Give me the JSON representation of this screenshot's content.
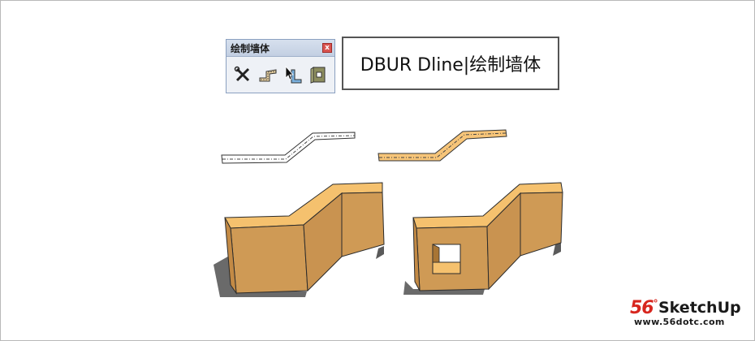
{
  "toolbar": {
    "title": "绘制墙体",
    "close_label": "x",
    "buttons": [
      {
        "icon": "tools-icon"
      },
      {
        "icon": "wall-path-icon"
      },
      {
        "icon": "wall-draw-icon"
      },
      {
        "icon": "wall-opening-icon"
      }
    ]
  },
  "command": {
    "label": "DBUR Dline|绘制墙体"
  },
  "logo": {
    "mark": "56",
    "mark_suffix": "°",
    "name": "SketchUp",
    "url": "www.56dotc.com"
  },
  "colors": {
    "wall_top": "#f5c16e",
    "wall_front": "#cf9a55",
    "wall_side": "#c38a45",
    "wall_outline": "#2b2b2b",
    "shadow": "#5a5a5a",
    "path_fill": "#f7c579",
    "logo_red": "#d7261e"
  }
}
